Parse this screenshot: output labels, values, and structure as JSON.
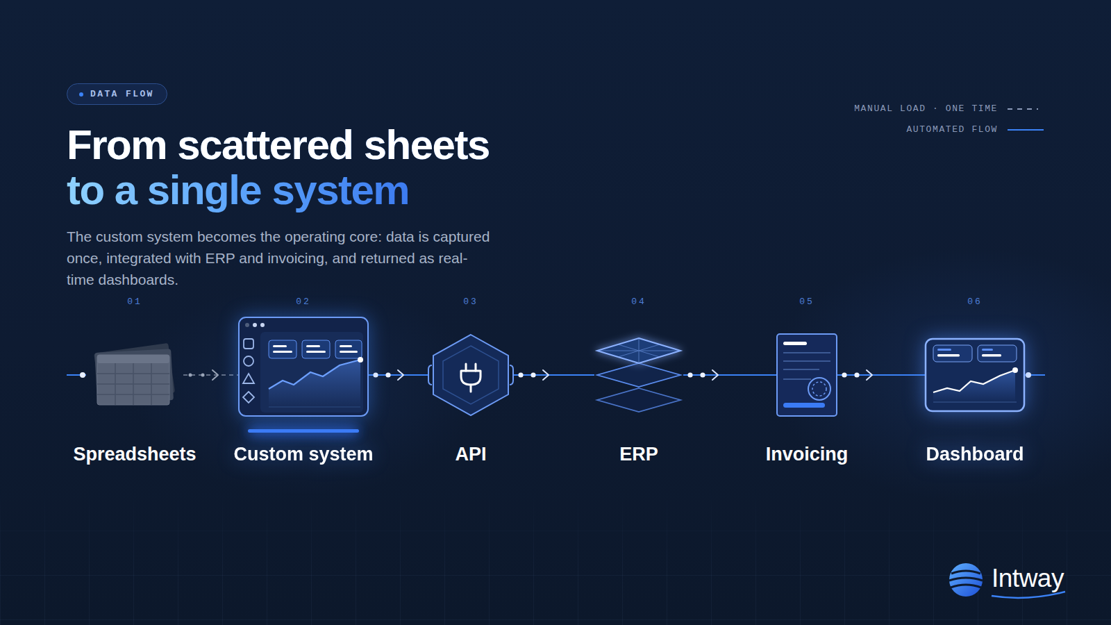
{
  "diagram": {
    "title": "From scattered sheets to a single system",
    "caption": "The custom system becomes the operating core: data is captured once, integrated with ERP and invoicing, and returned as real-time dashboards.",
    "nodes": [
      {
        "text": [
          "Spreadsheets"
        ]
      },
      {
        "text": [
          "Custom system"
        ]
      },
      {
        "text": [
          "API"
        ]
      },
      {
        "text": [
          "ERP"
        ]
      },
      {
        "text": [
          "Invoicing"
        ]
      },
      {
        "text": [
          "Dashboard"
        ]
      }
    ],
    "edges": [
      {
        "from": 0,
        "to": 1,
        "arrow": "to"
      },
      {
        "from": 1,
        "to": 2,
        "arrow": "to"
      },
      {
        "from": 2,
        "to": 3,
        "arrow": "to"
      },
      {
        "from": 3,
        "to": 4,
        "arrow": "to"
      },
      {
        "from": 4,
        "to": 5,
        "arrow": "to"
      }
    ],
    "labels": [
      "DATA FLOW",
      "01",
      "02",
      "03",
      "04",
      "05",
      "06",
      "Intway"
    ],
    "legend": [
      {
        "text": "MANUAL LOAD · ONE TIME"
      },
      {
        "text": "AUTOMATED FLOW"
      }
    ]
  }
}
